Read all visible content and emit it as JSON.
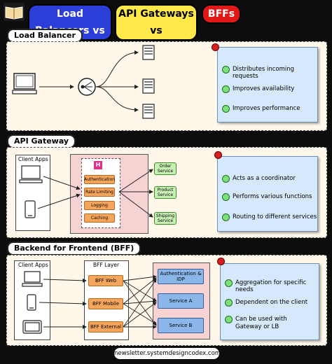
{
  "header": {
    "pill1": "Load Balancers vs",
    "pill2": "API Gateways vs",
    "pill3": "BFFs",
    "colors": {
      "pill1": "#2c3ed8",
      "pill2": "#ffe94a",
      "pill3": "#e01818"
    }
  },
  "sections": {
    "lb": {
      "title": "Load Balancer",
      "notes": [
        "Distributes incoming requests",
        "Improves availability",
        "Improves performance"
      ]
    },
    "api": {
      "title": "API Gateway",
      "client_apps": "Client Apps",
      "functions": [
        "Authentication",
        "Rate Limiting",
        "Logging",
        "Caching"
      ],
      "services": [
        "Order Service",
        "Product Service",
        "Shipping Service"
      ],
      "notes": [
        "Acts as a coordinator",
        "Performs various functions",
        "Routing to different services"
      ]
    },
    "bff": {
      "title": "Backend for Frontend (BFF)",
      "client_apps": "Client Apps",
      "layer": "BFF Layer",
      "bffs": [
        "BFF Web",
        "BFF Mobile",
        "BFF External"
      ],
      "services": [
        "Authentication & IDP",
        "Service A",
        "Service B"
      ],
      "notes": [
        "Aggregation for specific needs",
        "Dependent on the client",
        "Can be used with Gateway or LB"
      ]
    }
  },
  "footer": "newsletter.systemdesigncodex.com"
}
